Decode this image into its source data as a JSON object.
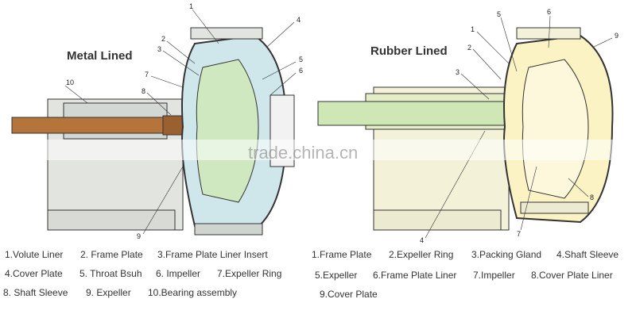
{
  "left_diagram": {
    "title": "Metal Lined",
    "callouts": [
      "1",
      "2",
      "3",
      "4",
      "5",
      "6",
      "7",
      "8",
      "9",
      "10"
    ],
    "legend": [
      "1.Volute Liner",
      "2. Frame Plate",
      "3.Frame Plate Liner Insert",
      "4.Cover Plate",
      "5. Throat Bsuh",
      "6. Impeller",
      "7.Expeller Ring",
      "8. Shaft Sleeve",
      "9. Expeller",
      "10.Bearing assembly"
    ],
    "colors": {
      "liner": "#cfe6ea",
      "impeller": "#cfe8c0",
      "shaft": "#b5743a",
      "frame": "#e2e4e0"
    }
  },
  "right_diagram": {
    "title": "Rubber Lined",
    "callouts": [
      "1",
      "2",
      "3",
      "4",
      "5",
      "6",
      "7",
      "8",
      "9"
    ],
    "legend": [
      "1.Frame Plate",
      "2.Expeller Ring",
      "3.Packing Gland",
      "4.Shaft Sleeve",
      "5.Expeller",
      "6.Frame Plate Liner",
      "7.Impeller",
      "8.Cover Plate Liner",
      "9.Cover Plate"
    ],
    "colors": {
      "liner": "#fbf3c4",
      "shaft": "#cfe6b5",
      "frame": "#f3f1d8"
    }
  },
  "watermark": "trade.china.cn"
}
